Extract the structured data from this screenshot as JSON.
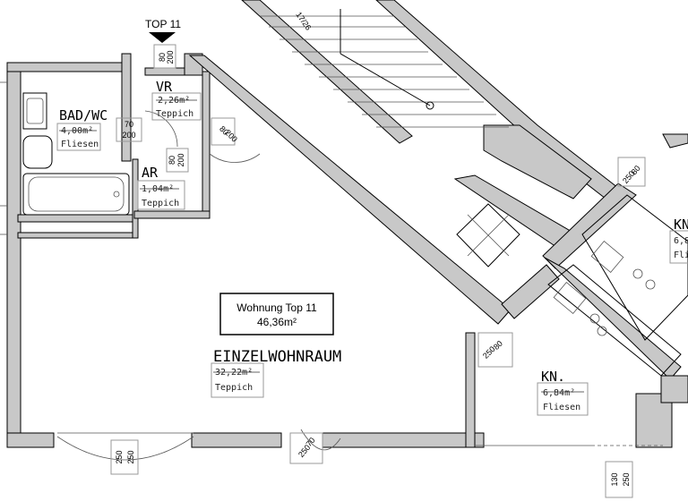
{
  "unit_marker": {
    "label": "TOP 11"
  },
  "stair_label": "17/26",
  "summary_box": {
    "title": "Wohnung Top 11",
    "area": "46,36m²"
  },
  "rooms": {
    "bad_wc": {
      "name": "BAD/WC",
      "area": "4,00m²",
      "floor": "Fliesen"
    },
    "vr": {
      "name": "VR",
      "area": "2,26m²",
      "floor": "Teppich"
    },
    "ar": {
      "name": "AR",
      "area": "1,04m²",
      "floor": "Teppich"
    },
    "einzelwohnraum": {
      "name": "EINZELWOHNRAUM",
      "area": "32,22m²",
      "floor": "Teppich"
    },
    "kn_lower": {
      "name": "KN.",
      "area": "6,84m²",
      "floor": "Fliesen"
    },
    "kn_right": {
      "name": "KN",
      "area": "6,8",
      "floor": "Flies"
    }
  },
  "dimensions": {
    "top_door": {
      "w": "80",
      "h": "200"
    },
    "bath_door": {
      "w": "70",
      "h": "200"
    },
    "ar_door": {
      "w": "80",
      "h": "200"
    },
    "vr_door": {
      "w": "80",
      "h": "200"
    },
    "kn_right_door": {
      "w": "80",
      "h": "250"
    },
    "kn_lower_door": {
      "w": "80",
      "h": "250"
    },
    "window_left": {
      "w": "250",
      "h": "250"
    },
    "window_center": {
      "w": "70",
      "h": "250"
    },
    "window_right": {
      "w": "130",
      "h": "250"
    }
  }
}
